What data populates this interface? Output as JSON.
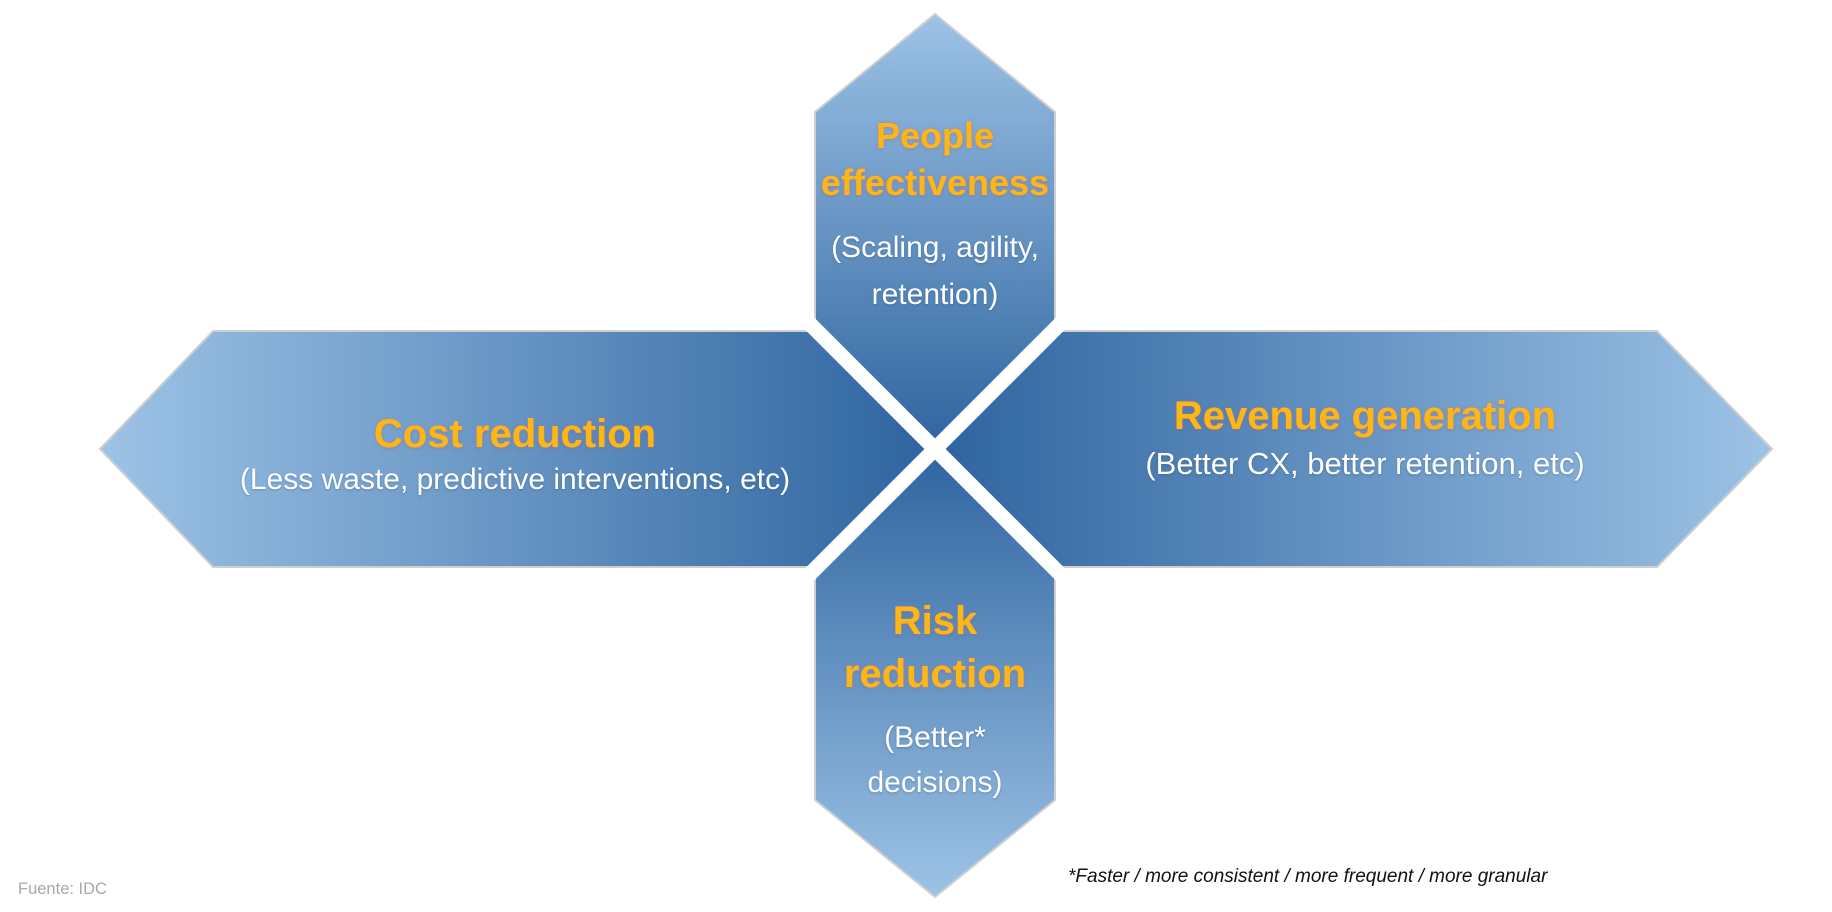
{
  "arrows": {
    "up": {
      "title": "People effectiveness",
      "subtitle": "(Scaling, agility, retention)"
    },
    "left": {
      "title": "Cost reduction",
      "subtitle": "(Less waste, predictive interventions, etc)"
    },
    "right": {
      "title": "Revenue generation",
      "subtitle": "(Better CX, better retention, etc)"
    },
    "down": {
      "title": "Risk reduction",
      "subtitle": "(Better* decisions)"
    }
  },
  "footnote": "*Faster / more consistent / more frequent / more granular",
  "source": "Fuente: IDC",
  "colors": {
    "title_text": "#FDB714",
    "subtitle_text": "#FFFFFF",
    "gradient_light": "#9DC3E6",
    "gradient_dark": "#2E649F",
    "shape_outline": "#CFCFCF",
    "footnote_text": "#111111",
    "source_text": "#A9A9A9",
    "background": "#FFFFFF"
  }
}
